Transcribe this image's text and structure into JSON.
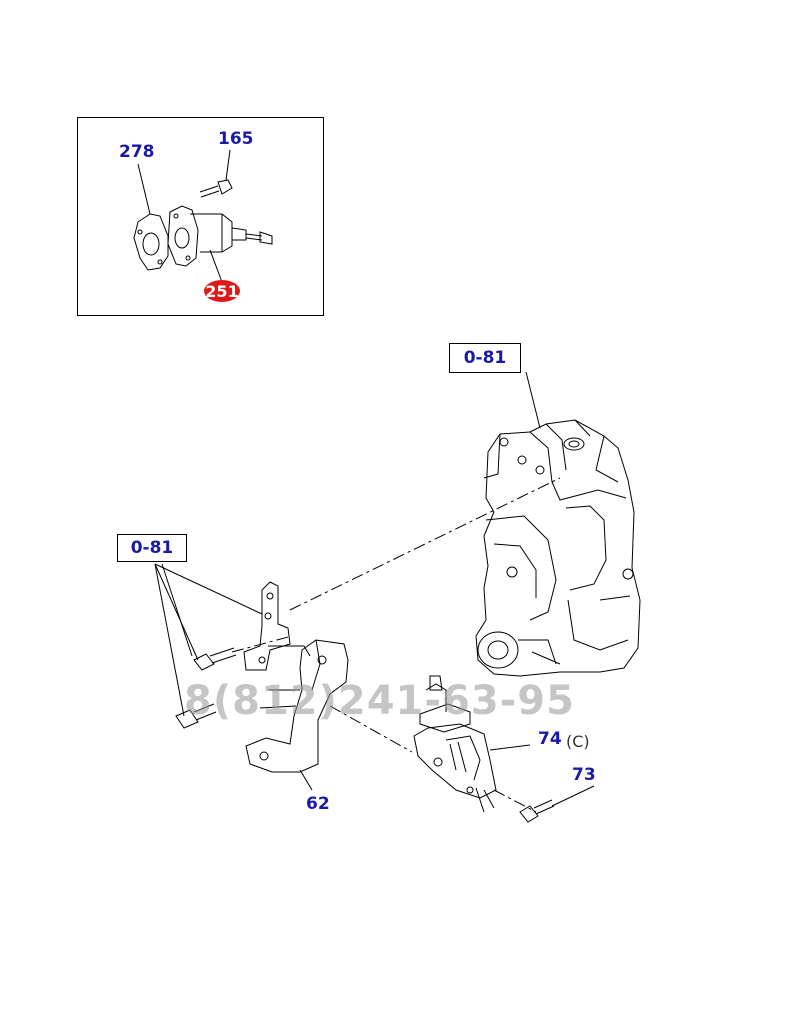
{
  "diagram": {
    "parts": {
      "p278": "278",
      "p165": "165",
      "p251": "251",
      "p0_81_top": "0-81",
      "p0_81_left": "0-81",
      "p74": "74",
      "p74_suffix": "(C)",
      "p73": "73",
      "p62": "62"
    },
    "watermark": "8(812)241-63-95",
    "colors": {
      "callout": "#1a1aa8",
      "highlight": "#e01818",
      "line": "#000000",
      "watermark": "#969696"
    }
  }
}
